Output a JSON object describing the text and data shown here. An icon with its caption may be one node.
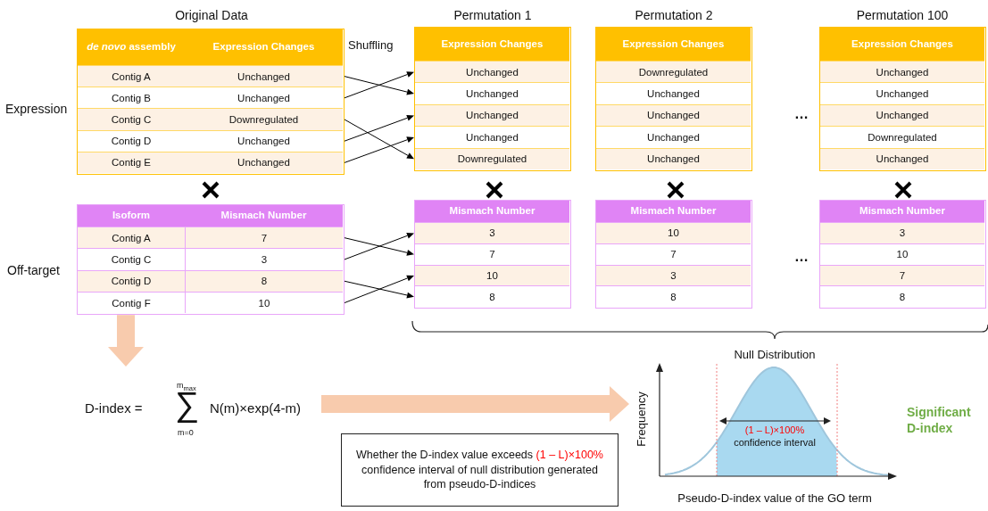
{
  "diagram": {
    "nodes": [
      {
        "text": [
          "*de novo* assembly",
          "Expression Changes"
        ]
      },
      {
        "text": [
          "Contig A",
          "Unchanged"
        ],
        "in": 0
      },
      {
        "text": [
          "Contig B",
          "Unchanged"
        ],
        "in": 0
      },
      {
        "text": [
          "Contig C",
          "Downregulated"
        ],
        "in": 0
      },
      {
        "text": [
          "Contig D",
          "Unchanged"
        ],
        "in": 0
      },
      {
        "text": [
          "Contig E",
          "Unchanged"
        ],
        "in": 0
      },
      {
        "text": [
          "Expression Changes"
        ]
      },
      {
        "text": [
          "Unchanged"
        ],
        "in": 6
      },
      {
        "text": [
          "Unchanged"
        ],
        "in": 6
      },
      {
        "text": [
          "Unchanged"
        ],
        "in": 6
      },
      {
        "text": [
          "Unchanged"
        ],
        "in": 6
      },
      {
        "text": [
          "Downregulated"
        ],
        "in": 6
      },
      {
        "text": [
          "Expression Changes"
        ]
      },
      {
        "text": [
          "Downregulated"
        ],
        "in": 12
      },
      {
        "text": [
          "Unchanged"
        ],
        "in": 12
      },
      {
        "text": [
          "Unchanged"
        ],
        "in": 12
      },
      {
        "text": [
          "Unchanged"
        ],
        "in": 12
      },
      {
        "text": [
          "Unchanged"
        ],
        "in": 12
      },
      {
        "text": [
          "Expression Changes"
        ]
      },
      {
        "text": [
          "Unchanged"
        ],
        "in": 18
      },
      {
        "text": [
          "Unchanged"
        ],
        "in": 18
      },
      {
        "text": [
          "Unchanged"
        ],
        "in": 18
      },
      {
        "text": [
          "Downregulated"
        ],
        "in": 18
      },
      {
        "text": [
          "Unchanged"
        ],
        "in": 18
      },
      {
        "text": [
          "Isoform",
          "Mismach Number"
        ]
      },
      {
        "text": [
          "Contig A",
          "7"
        ],
        "in": 24
      },
      {
        "text": [
          "Contig C",
          "3"
        ],
        "in": 24
      },
      {
        "text": [
          "Contig D",
          "8"
        ],
        "in": 24
      },
      {
        "text": [
          "Contig F",
          "10"
        ],
        "in": 24
      },
      {
        "text": [
          "Mismach Number"
        ]
      },
      {
        "text": [
          "3"
        ],
        "in": 29
      },
      {
        "text": [
          "7"
        ],
        "in": 29
      },
      {
        "text": [
          "10"
        ],
        "in": 29
      },
      {
        "text": [
          "8"
        ],
        "in": 29
      },
      {
        "text": [
          "Mismach Number"
        ]
      },
      {
        "text": [
          "10"
        ],
        "in": 34
      },
      {
        "text": [
          "7"
        ],
        "in": 34
      },
      {
        "text": [
          "3"
        ],
        "in": 34
      },
      {
        "text": [
          "8"
        ],
        "in": 34
      },
      {
        "text": [
          "Mismach Number"
        ]
      },
      {
        "text": [
          "3"
        ],
        "in": 39
      },
      {
        "text": [
          "10"
        ],
        "in": 39
      },
      {
        "text": [
          "7"
        ],
        "in": 39
      },
      {
        "text": [
          "8"
        ],
        "in": 39
      },
      {
        "text": [
          "D-index =",
          "m$_{max}$",
          "∑",
          "m=0",
          "N(m)×exp(4-m)"
        ]
      },
      {
        "text": [
          "Whether the D-index value exceeds",
          "(1 – L)×100%",
          "confidence interval of null distribution generated from pseudo-D-indices"
        ]
      },
      {
        "text": [
          "Null Distribution",
          "Frequency",
          "(1 – L)×100%",
          "confidence interval",
          "Pseudo-D-index value of the GO term"
        ],
        "beside": [
          "Significant D-index"
        ]
      }
    ],
    "edges": [
      {
        "from": 1,
        "to": 8,
        "arrow": "to"
      },
      {
        "from": 2,
        "to": 7,
        "arrow": "to"
      },
      {
        "from": 3,
        "to": 11,
        "arrow": "to"
      },
      {
        "from": 4,
        "to": 9,
        "arrow": "to"
      },
      {
        "from": 5,
        "to": 10,
        "arrow": "to"
      },
      {
        "from": 25,
        "to": 31,
        "arrow": "to"
      },
      {
        "from": 26,
        "to": 30,
        "arrow": "to"
      },
      {
        "from": 27,
        "to": 33,
        "arrow": "to"
      },
      {
        "from": 28,
        "to": 32,
        "arrow": "to"
      },
      {
        "from": 24,
        "to": 44,
        "arrow": "to",
        "style": "thick",
        "color": "#f8cbad"
      },
      {
        "from": 44,
        "to": 46,
        "arrow": "to",
        "style": "thick",
        "color": "#f8cbad"
      }
    ],
    "labels": [
      "Original Data",
      "Shuffling",
      "Permutation 1",
      "Permutation 2",
      "Permutation 100",
      "Expression",
      "…",
      "Off-target",
      "…"
    ]
  }
}
